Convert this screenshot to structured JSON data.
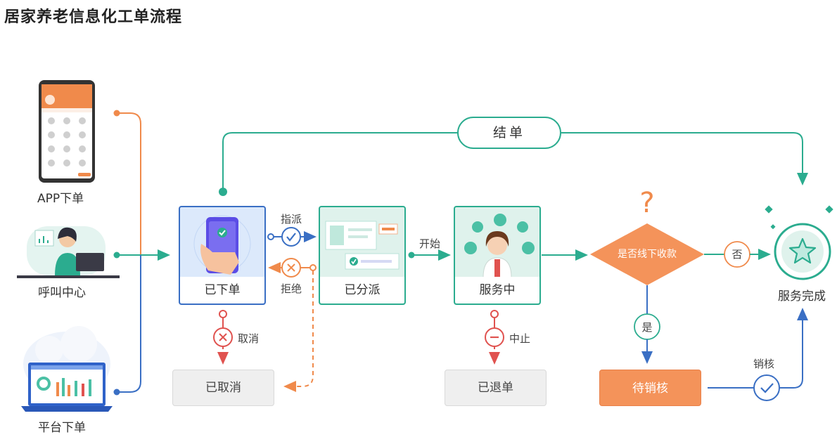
{
  "page": {
    "title": "居家养老信息化工单流程"
  },
  "sources": [
    {
      "label": "APP下单",
      "icon": "phone-app-icon"
    },
    {
      "label": "呼叫中心",
      "icon": "call-center-agent-icon"
    },
    {
      "label": "平台下单",
      "icon": "platform-laptop-icon"
    }
  ],
  "states": {
    "ordered": "已下单",
    "dispatched": "已分派",
    "in_service": "服务中",
    "cancelled": "已取消",
    "returned": "已退单",
    "pending_verify": "待销核",
    "complete": "服务完成"
  },
  "decision": {
    "label": "是否线下收款",
    "yes": "是",
    "no": "否",
    "symbol": "?"
  },
  "actions": {
    "assign": "指派",
    "reject": "拒绝",
    "start": "开始",
    "cancel": "取消",
    "stop": "中止",
    "settle": "结单",
    "verify": "销核"
  },
  "colors": {
    "teal": "#2bac8f",
    "blue": "#3a6fc4",
    "orange": "#f08a4b",
    "red": "#e0524f",
    "light_blue": "#dce9fb",
    "light_teal": "#dff2ec"
  }
}
